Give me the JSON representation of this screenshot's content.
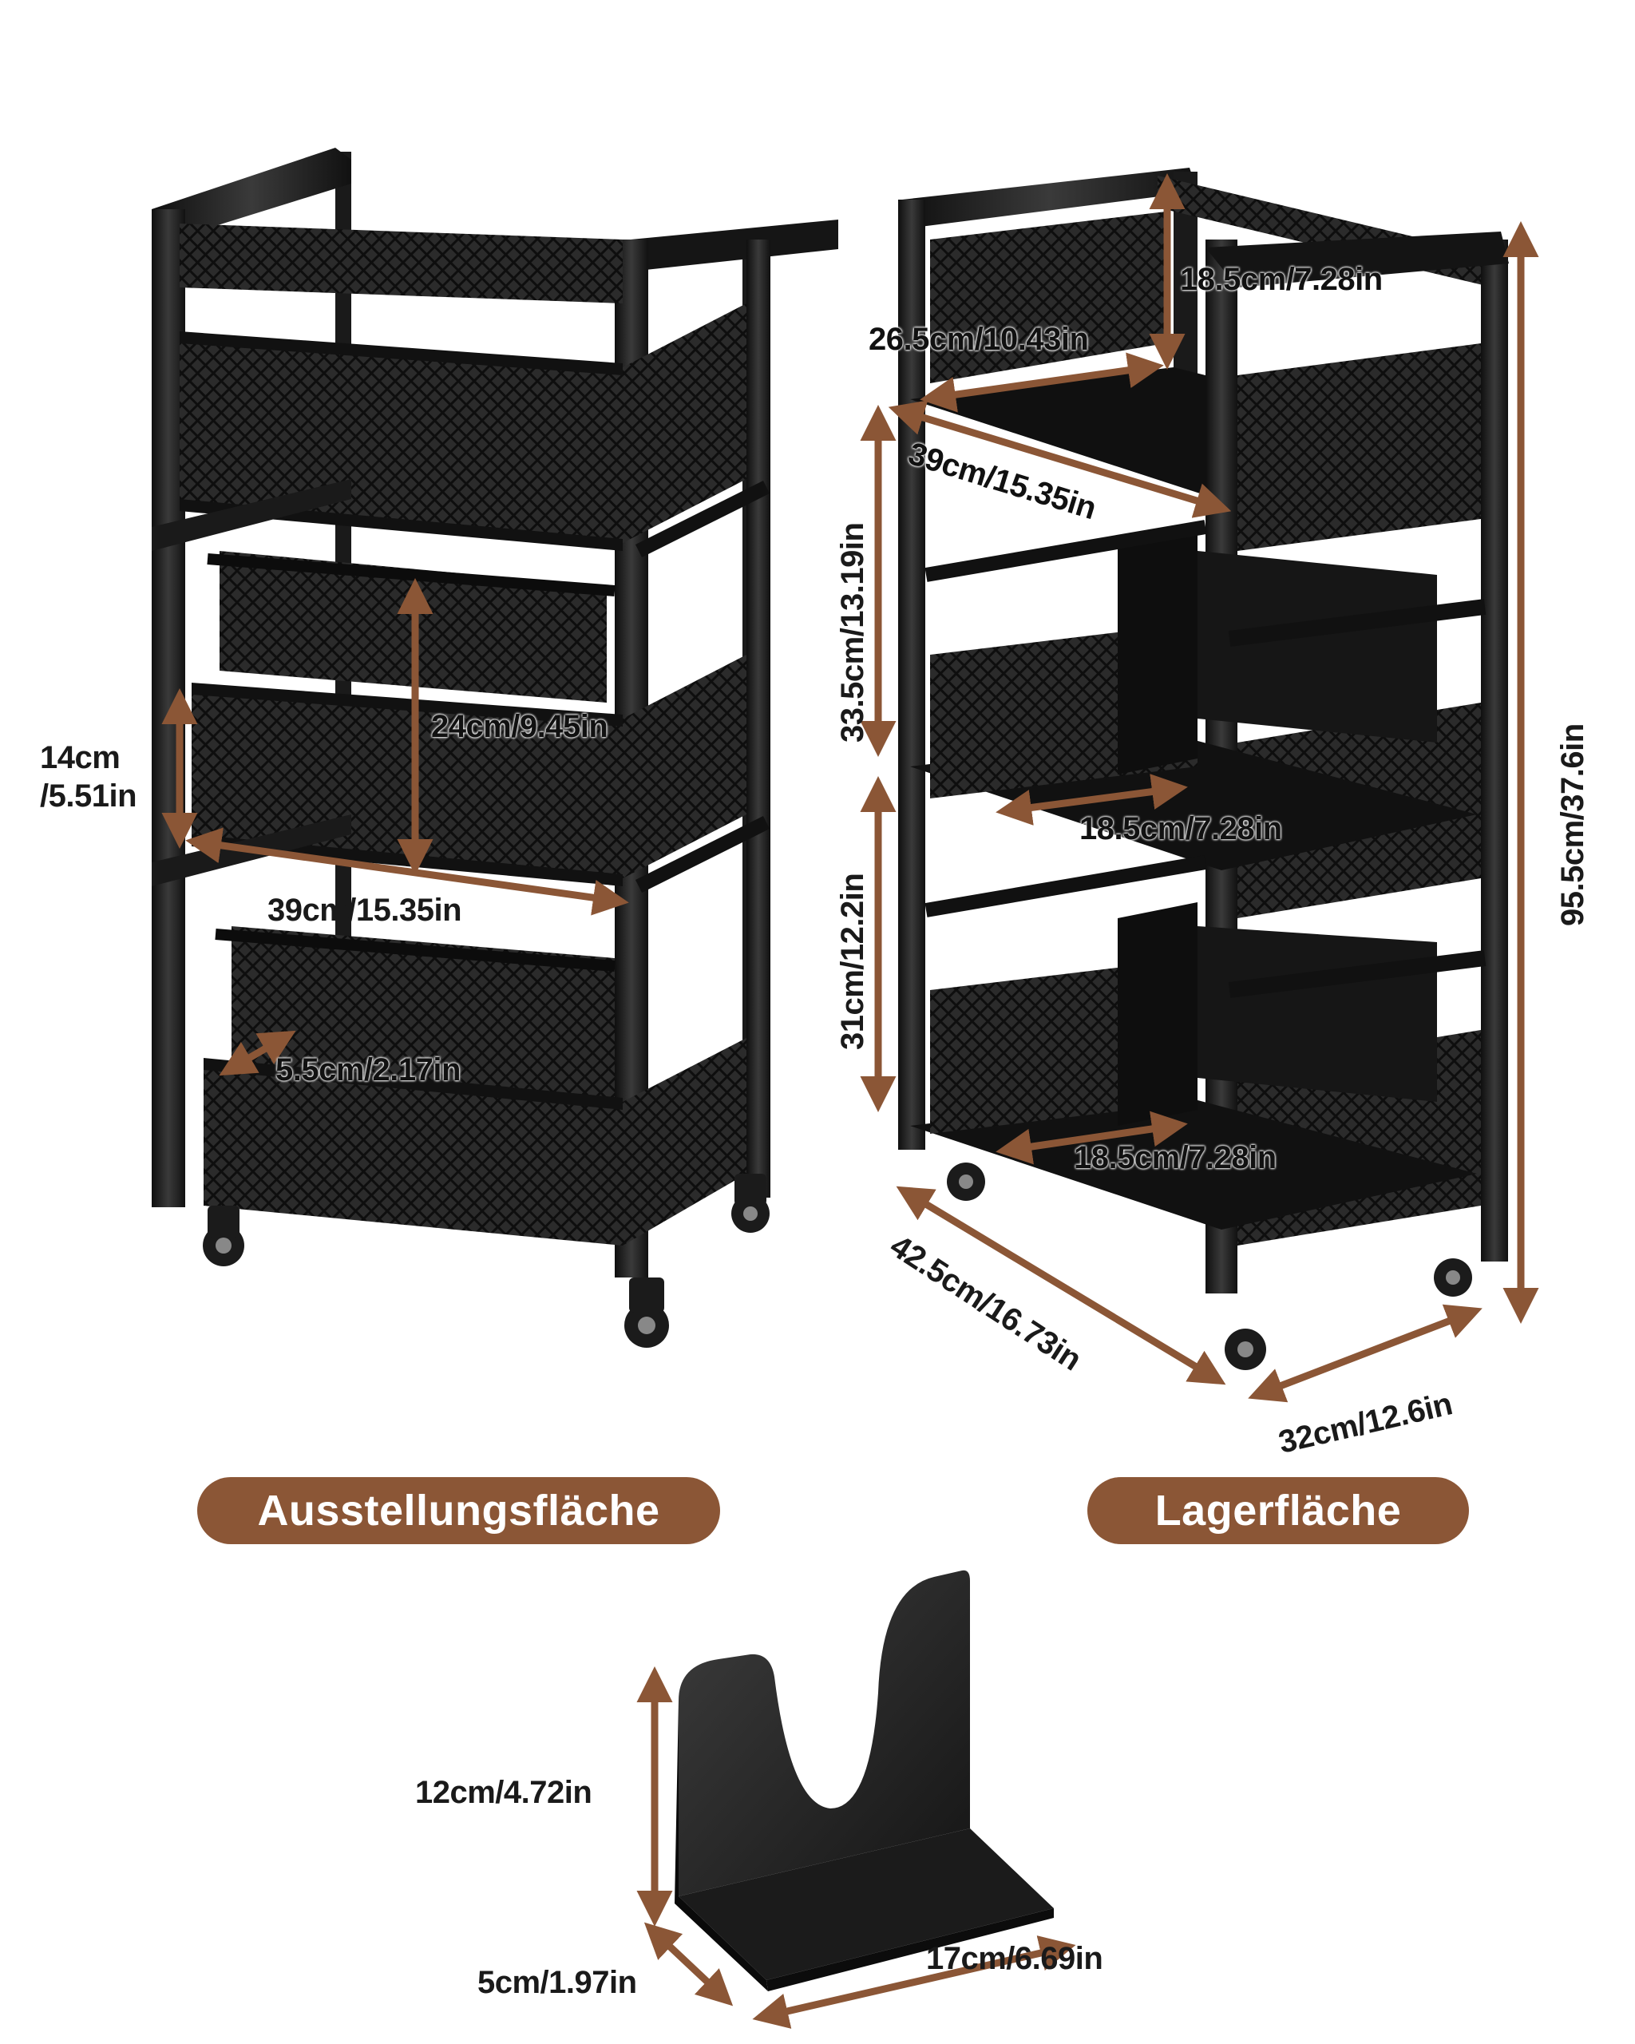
{
  "dimensions": {
    "display_handle_height": "14cm\n/5.51in",
    "display_basket_height": "24cm/9.45in",
    "display_basket_width": "39cm/15.35in",
    "display_basket_gap": "5.5cm/2.17in",
    "storage_top_height": "18.5cm/7.28in",
    "storage_top_width": "26.5cm/10.43in",
    "storage_shelf_width": "39cm/15.35in",
    "storage_tier1_height": "33.5cm/13.19in",
    "storage_tier2_height": "31cm/12.2in",
    "storage_divider_width_1": "18.5cm/7.28in",
    "storage_divider_width_2": "18.5cm/7.28in",
    "total_height": "95.5cm/37.6in",
    "depth": "42.5cm/16.73in",
    "width": "32cm/12.6in",
    "divider_height": "12cm/4.72in",
    "divider_depth": "5cm/1.97in",
    "divider_width": "17cm/6.69in"
  },
  "labels": {
    "display_area": "Ausstellungsfläche",
    "storage_area": "Lagerfläche"
  },
  "colors": {
    "accent": "#8b5636",
    "product": "#1c1c1c"
  }
}
